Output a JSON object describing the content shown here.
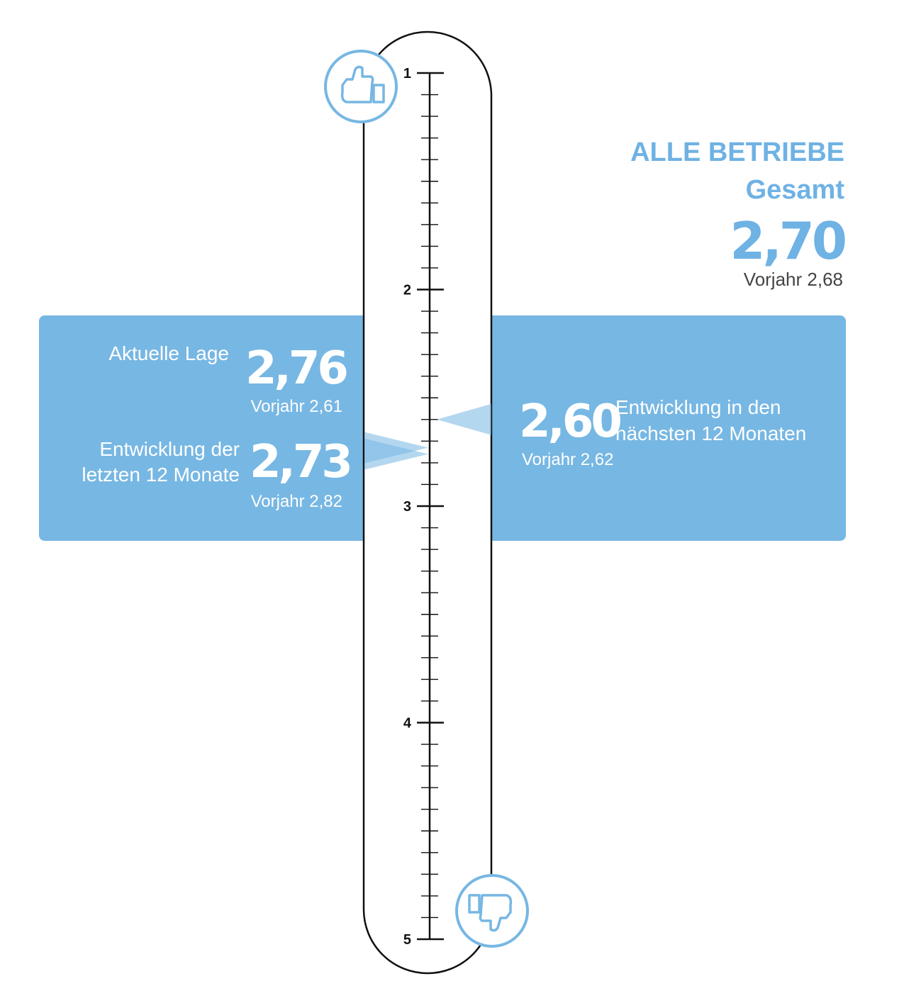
{
  "chart_data": {
    "type": "gauge",
    "scale": {
      "min": 1,
      "max": 5,
      "tick_labels": [
        "1",
        "2",
        "3",
        "4",
        "5"
      ],
      "inverted": true
    },
    "colors": {
      "accent": "#77b7e3",
      "title": "#6fb2e4",
      "outline": "#111111"
    },
    "icons": {
      "top": "thumbs-up-icon",
      "bottom": "thumbs-down-icon"
    },
    "overall": {
      "title": "ALLE BETRIEBE",
      "subtitle": "Gesamt",
      "value": 2.7,
      "value_text": "2,70",
      "previous_text": "Vorjahr 2,68"
    },
    "indicators": [
      {
        "label": "Aktuelle Lage",
        "value": 2.76,
        "value_text": "2,76",
        "previous_text": "Vorjahr 2,61",
        "side": "left"
      },
      {
        "label_line1": "Entwicklung der",
        "label_line2": "letzten 12 Monate",
        "value": 2.73,
        "value_text": "2,73",
        "previous_text": "Vorjahr 2,82",
        "side": "left"
      },
      {
        "label_line1": "Entwicklung in den",
        "label_line2": "nächsten 12 Monaten",
        "value": 2.6,
        "value_text": "2,60",
        "previous_text": "Vorjahr 2,62",
        "side": "right"
      }
    ]
  }
}
